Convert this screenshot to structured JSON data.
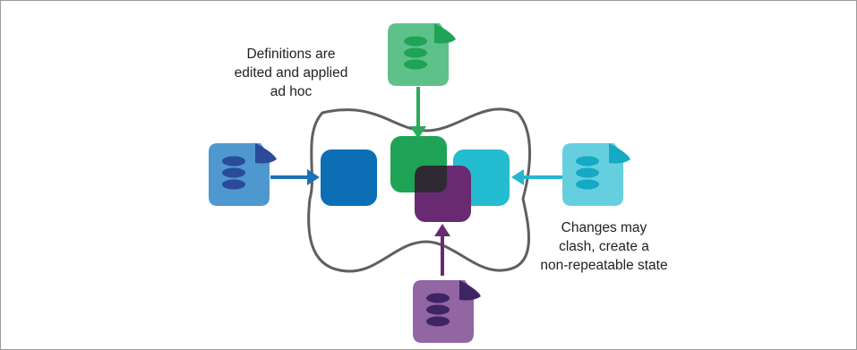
{
  "captions": {
    "top": [
      "Definitions are",
      "edited and applied",
      "ad hoc"
    ],
    "right": [
      "Changes may",
      "clash, create a",
      "non-repeatable state"
    ]
  },
  "colors": {
    "green_light": "#5fc18a",
    "green_dark": "#1fa356",
    "green_arrow": "#2eaa5c",
    "blue_light": "#4f97cf",
    "blue_mid": "#0c6fb6",
    "blue_dark": "#2a4a9a",
    "cyan_light": "#66cfdf",
    "cyan_mid": "#23bcd0",
    "cyan_dark": "#14a9c4",
    "purple_light": "#9265a3",
    "purple_mid": "#6a2a72",
    "purple_dark": "#3f2464",
    "overlap": "#2e2a33",
    "outline": "#5f5f5f"
  },
  "icons": [
    "document-icon-green",
    "document-icon-blue",
    "document-icon-cyan",
    "document-icon-purple"
  ]
}
